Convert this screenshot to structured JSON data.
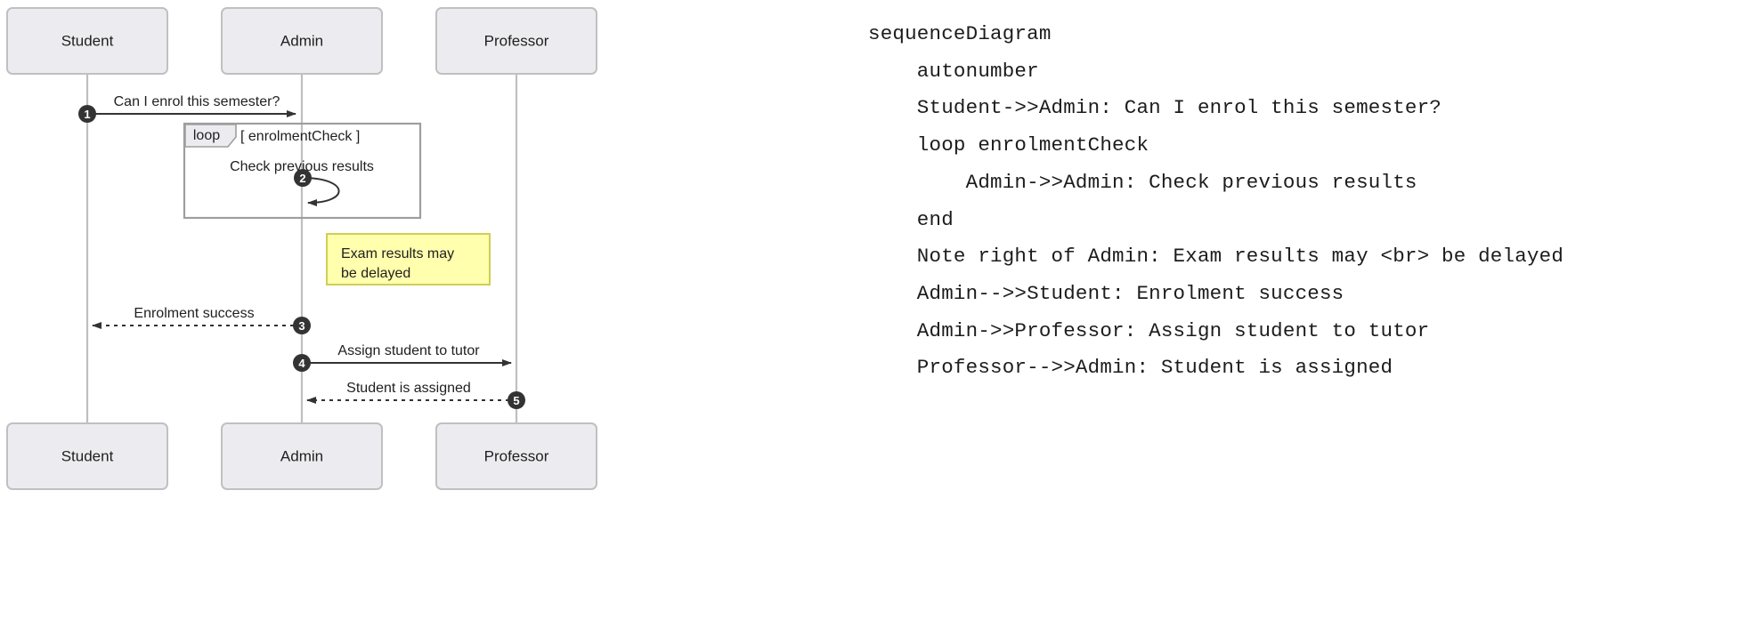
{
  "diagram": {
    "kind": "mermaid-sequence-diagram",
    "participants": [
      {
        "id": "student",
        "label": "Student"
      },
      {
        "id": "admin",
        "label": "Admin"
      },
      {
        "id": "professor",
        "label": "Professor"
      }
    ],
    "messages": [
      {
        "num": "1",
        "from": "student",
        "to": "admin",
        "label": "Can I enrol this semester?",
        "style": "solid"
      },
      {
        "num": "2",
        "from": "admin",
        "to": "admin",
        "label": "Check previous results",
        "style": "solid"
      },
      {
        "num": "3",
        "from": "admin",
        "to": "student",
        "label": "Enrolment success",
        "style": "dashed"
      },
      {
        "num": "4",
        "from": "admin",
        "to": "professor",
        "label": "Assign student to tutor",
        "style": "solid"
      },
      {
        "num": "5",
        "from": "professor",
        "to": "admin",
        "label": "Student is assigned",
        "style": "dashed"
      }
    ],
    "loop": {
      "tab_label": "loop",
      "title": "[ enrolmentCheck ]"
    },
    "note": {
      "lines": [
        "Exam results may",
        "be delayed"
      ]
    },
    "colors": {
      "participant_fill": "#ececf0",
      "participant_stroke": "#c0c0c0",
      "lifeline": "#bfbfbf",
      "message": "#333333",
      "seq_badge": "#333333",
      "note_fill": "#ffffad",
      "note_stroke": "#cfcf55",
      "loop_stroke": "#9e9e9e",
      "text": "#1f1f1f"
    }
  },
  "code": {
    "lines": [
      "sequenceDiagram",
      "    autonumber",
      "    Student->>Admin: Can I enrol this semester?",
      "    loop enrolmentCheck",
      "        Admin->>Admin: Check previous results",
      "    end",
      "    Note right of Admin: Exam results may <br> be delayed",
      "    Admin-->>Student: Enrolment success",
      "    Admin->>Professor: Assign student to tutor",
      "    Professor-->>Admin: Student is assigned"
    ]
  }
}
